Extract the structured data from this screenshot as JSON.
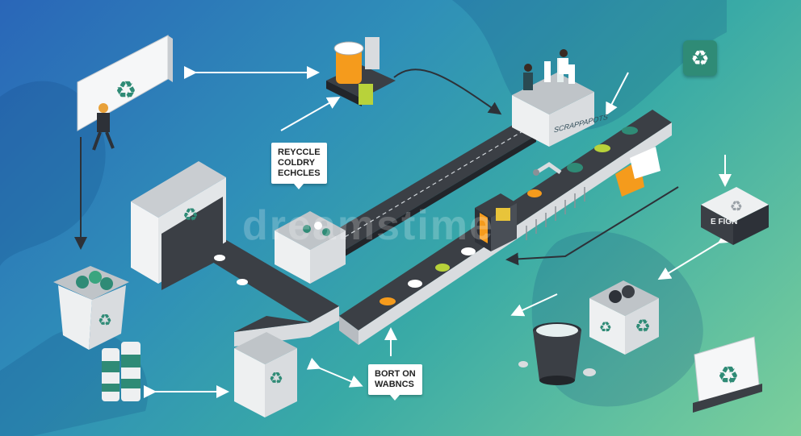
{
  "callouts": {
    "top_lines": [
      "REYCCLE",
      "COLDRY",
      "ECHCLES"
    ],
    "bottom_lines": [
      "BORT ON",
      "WABNCS"
    ]
  },
  "labels": {
    "processing_box": "SCRAPPAPOTS",
    "right_sign": "E FIGN",
    "watermark": "dreamstime"
  },
  "icons": {
    "recycle": "♻",
    "bin_recycle": "recycle-icon"
  },
  "colors": {
    "accent_orange": "#f59b1c",
    "recycle_green": "#2f8b76",
    "machine_gray": "#d9dcdf",
    "belt_dark": "#3b3f45"
  }
}
